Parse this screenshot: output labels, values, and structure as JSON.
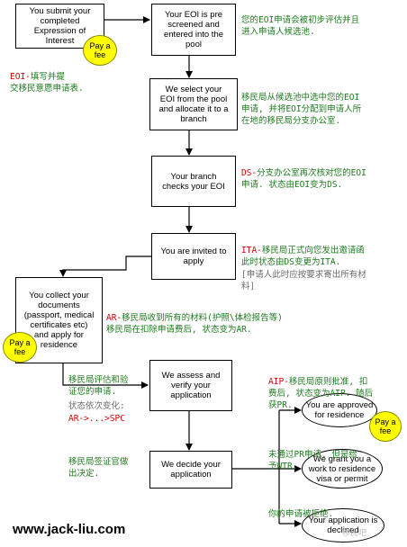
{
  "boxes": {
    "submit_eoi": "You submit your\ncompleted\nExpression of\nInterest",
    "pre_screened": "Your EOI is pre\nscreened and\nentered into the\npool",
    "select_eoi": "We select your\nEOI from the pool\nand allocate it to a\nbranch",
    "branch_checks": "Your branch\nchecks your EOI",
    "invited": "You are invited to\napply",
    "collect_docs": "You collect your\ndocuments\n(passport, medical\ncertificates etc)\nand apply for\nresidence",
    "assess": "We assess and\nverify your\napplication",
    "decide": "We decide your\napplication",
    "approved": "You are approved\nfor residence",
    "grant_visa": "We grant you a\nwork to residence\nvisa or permit",
    "declined": "Your application is\ndeclined"
  },
  "fees": {
    "fee1": "Pay a\nfee",
    "fee2": "Pay a\nfee",
    "fee3": "Pay a\nfee"
  },
  "notes": {
    "n1": "您的EOI申请会被初步评估并且\n进入申请人候选池.",
    "n2_red": "EOI-",
    "n2": "填写并提\n交移民意愿申请表.",
    "n3": "移民局从候选池中选中您的EOI\n申请, 并将EOI分配到申请人所\n在地的移民局分支办公室.",
    "n4_red": "DS-",
    "n4": "分支办公室再次核对您的EOI\n申请. 状态由EOI变为DS.",
    "n5_red": "ITA-",
    "n5": "移民局正式向您发出邀请函\n此时状态由DS变更为ITA.",
    "n5_gray": "[申请人此时应按要求寄出所有材\n料]",
    "n6_red": "AR-",
    "n6": "移民局收到所有的材料(护照\\体检报告等)\n移民局在扣除申请费后, 状态变为AR.",
    "n7": "移民局评估和验\n证您的申请.",
    "n7_gray": "状态依次变化:",
    "n7_red": "AR->...>SPC",
    "n8_red": "AIP-",
    "n8": "移民局原则批准, 扣\n费后, 状态变为AIP. 随后\n获PR.",
    "n9": "移民局签证官做\n出决定.",
    "n10": "未通过PR申请, 但是给\n予WTR.",
    "n11": "你的申请被拒绝."
  },
  "footer": {
    "site": "www.jack-liu.com",
    "watermark": "移民吧"
  }
}
